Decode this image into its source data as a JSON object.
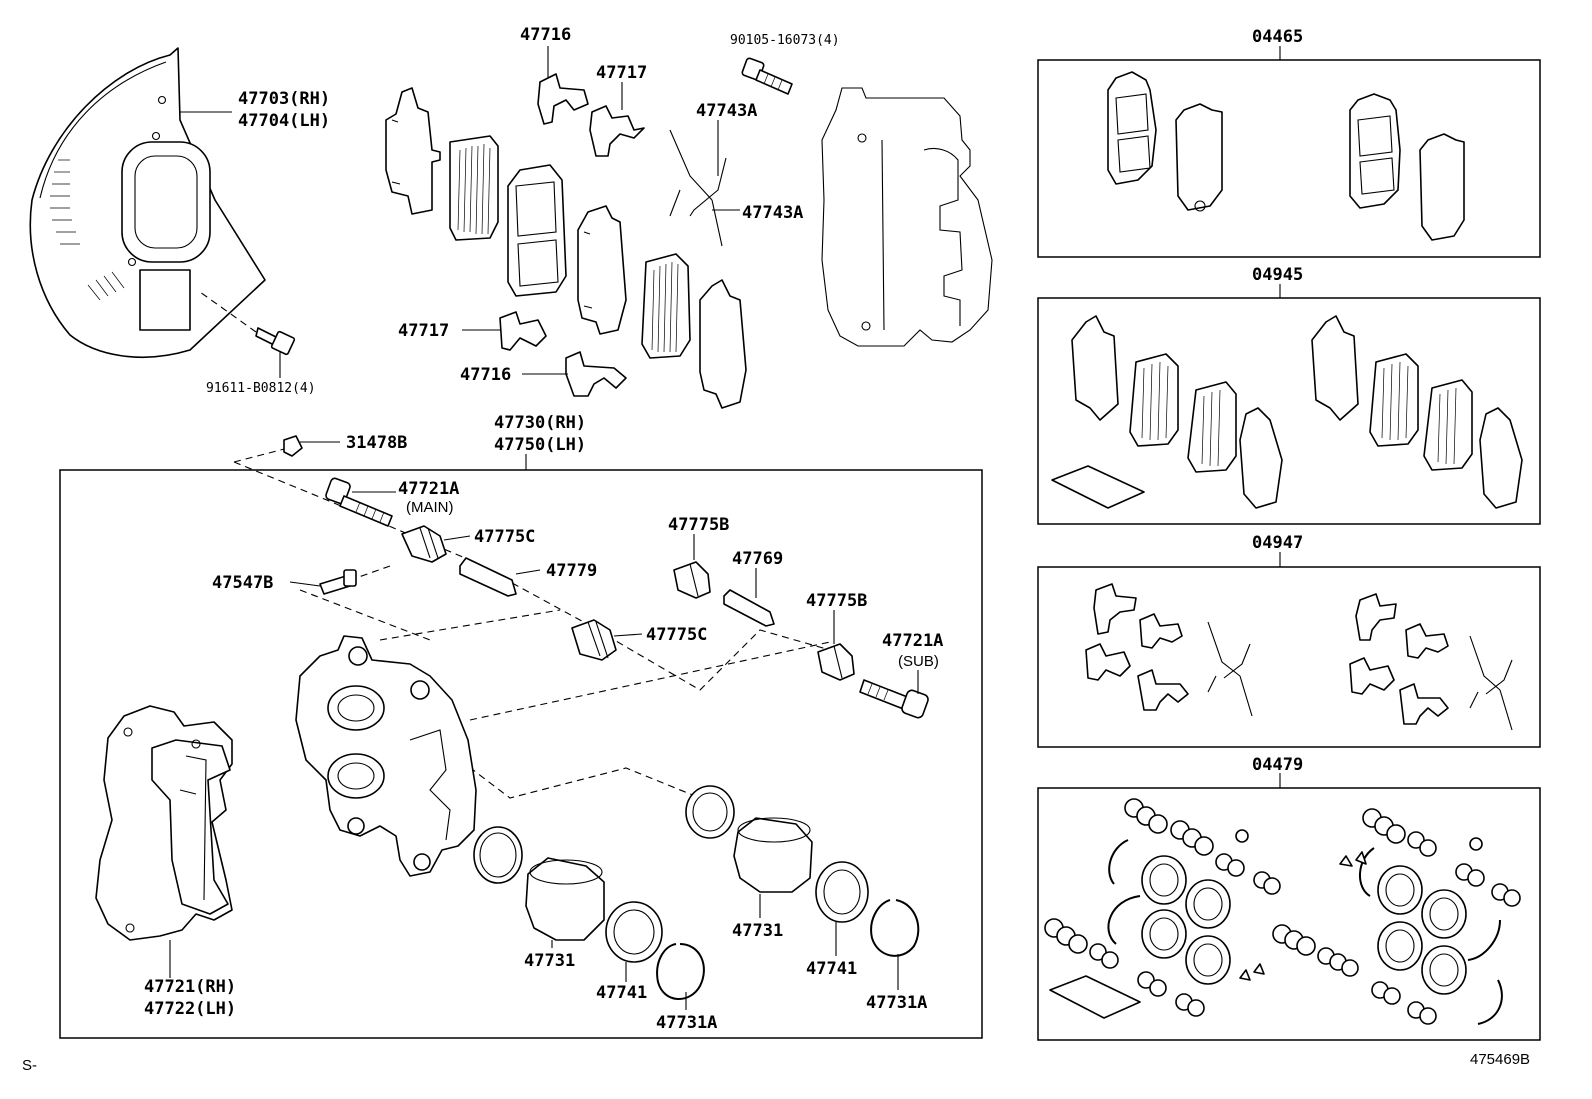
{
  "labels": {
    "p47716_top": "47716",
    "p47717_top": "47717",
    "p90105": "90105-16073(4)",
    "p47743A_1": "47743A",
    "p47743A_2": "47743A",
    "p47703": "47703(RH)",
    "p47704": "47704(LH)",
    "p47717_low": "47717",
    "p47716_low": "47716",
    "p91611": "91611-B0812(4)",
    "p47730": "47730(RH)",
    "p47750": "47750(LH)",
    "p31478B": "31478B",
    "p47721A_main": "47721A",
    "main_note": "(MAIN)",
    "p47775C_1": "47775C",
    "p47779": "47779",
    "p47547B": "47547B",
    "p47775B_1": "47775B",
    "p47769": "47769",
    "p47775B_2": "47775B",
    "p47775C_2": "47775C",
    "p47721A_sub": "47721A",
    "sub_note": "(SUB)",
    "p47721": "47721(RH)",
    "p47722": "47722(LH)",
    "p47731_1": "47731",
    "p47741_1": "47741",
    "p47731A_1": "47731A",
    "p47731_2": "47731",
    "p47741_2": "47741",
    "p47731A_2": "47731A",
    "kit_04465": "04465",
    "kit_04945": "04945",
    "kit_04947": "04947",
    "kit_04479": "04479",
    "corner_left": "S-",
    "illustration_code": "475469B"
  }
}
